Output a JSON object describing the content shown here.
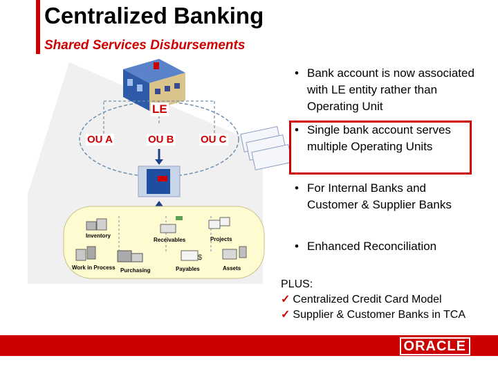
{
  "header": {
    "title": "Centralized Banking",
    "subtitle": "Shared Services Disbursements"
  },
  "diagram": {
    "le_label": "LE",
    "ou_labels": [
      "OU A",
      "OU B",
      "OU C"
    ],
    "modules": [
      "Inventory",
      "Receivables",
      "Projects",
      "Work in Process",
      "Purchasing",
      "Payables",
      "Assets"
    ]
  },
  "bullets": [
    "Bank account is now associated with LE entity rather than Operating Unit",
    "Single bank account serves multiple Operating Units",
    "For Internal Banks and Customer & Supplier Banks",
    "Enhanced Reconciliation"
  ],
  "plus": {
    "heading": "PLUS:",
    "items": [
      "Centralized Credit Card Model",
      "Supplier & Customer Banks in TCA"
    ]
  },
  "footer": {
    "logo_text": "ORACLE"
  },
  "colors": {
    "accent": "#cc0000",
    "ou_circle": "#7f9fbf",
    "module_ellipse": "#fffbd0"
  }
}
